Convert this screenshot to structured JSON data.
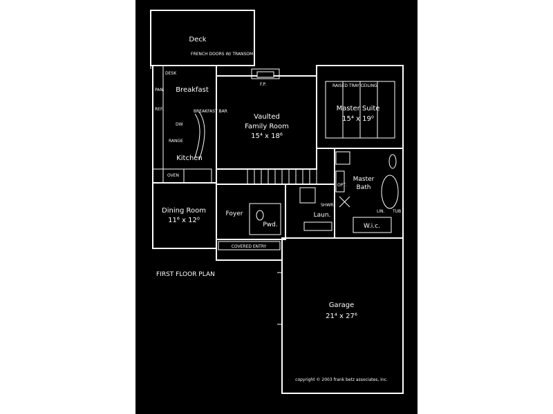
{
  "plan": {
    "title": "FIRST FLOOR PLAN",
    "copyright": "copyright © 2003 frank betz associates, inc."
  },
  "rooms": {
    "deck": {
      "name": "Deck"
    },
    "breakfast": {
      "name": "Breakfast"
    },
    "kitchen": {
      "name": "Kitchen"
    },
    "family": {
      "name_line1": "Vaulted",
      "name_line2": "Family Room",
      "dims": "15⁴ x 18⁶"
    },
    "master_suite": {
      "name": "Master Suite",
      "dims": "15⁴ x 19⁰",
      "ceiling_note": "RAISED TRAY CEILING"
    },
    "master_bath": {
      "name_line1": "Master",
      "name_line2": "Bath"
    },
    "dining": {
      "name": "Dining Room",
      "dims": "11⁶ x 12⁰"
    },
    "foyer": {
      "name": "Foyer"
    },
    "powder": {
      "name": "Pwd."
    },
    "laundry": {
      "name": "Laun."
    },
    "wic": {
      "name": "W.i.c."
    },
    "linen": {
      "name": "LIN."
    },
    "covered_entry": {
      "name": "COVERED ENTRY"
    },
    "garage": {
      "name": "Garage",
      "dims": "21⁴ x 27⁶"
    }
  },
  "notes": {
    "french_door": "FRENCH DOORS W/ TRANSOM",
    "desk": "DESK",
    "pantry": "PAN.",
    "fireplace": "F.P.",
    "breakfast_bar": "BREAKFAST BAR",
    "refrigerator": "REF.",
    "dishwasher": "DW",
    "range": "RANGE",
    "wall_oven": "OVEN",
    "shower": "SHWR.",
    "opt": "OPT.",
    "tub": "TUB"
  }
}
